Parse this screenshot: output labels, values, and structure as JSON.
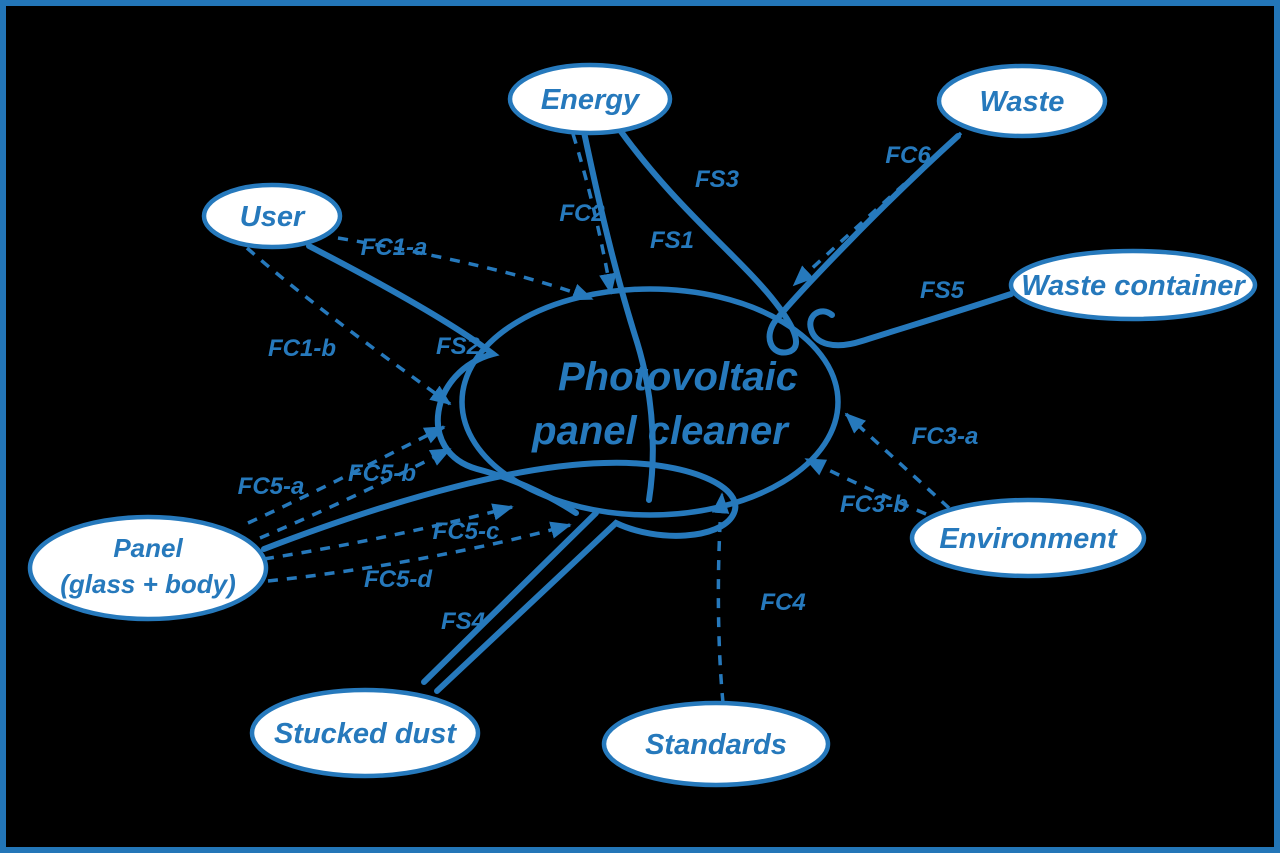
{
  "colors": {
    "ink": "#2679BC",
    "node_fill": "#FFFFFF",
    "background": "#000000",
    "border": "#2376B8"
  },
  "central": {
    "line1": "Photovoltaic",
    "line2": "panel cleaner"
  },
  "nodes": {
    "energy": {
      "label": "Energy"
    },
    "waste": {
      "label": "Waste"
    },
    "user": {
      "label": "User"
    },
    "waste_container": {
      "label": "Waste container"
    },
    "environment": {
      "label": "Environment"
    },
    "panel": {
      "line1": "Panel",
      "line2": "(glass + body)"
    },
    "stucked_dust": {
      "label": "Stucked dust"
    },
    "standards": {
      "label": "Standards"
    }
  },
  "edge_labels": {
    "fs1": "FS1",
    "fs2": "FS2",
    "fs3": "FS3",
    "fs4": "FS4",
    "fs5": "FS5",
    "fc1a": "FC1-a",
    "fc1b": "FC1-b",
    "fc2": "FC2",
    "fc3a": "FC3-a",
    "fc3b": "FC3-b",
    "fc4": "FC4",
    "fc5a": "FC5-a",
    "fc5b": "FC5-b",
    "fc5c": "FC5-c",
    "fc5d": "FC5-d",
    "fc6": "FC6"
  },
  "edges": [
    {
      "id": "FS1",
      "style": "solid",
      "between": [
        "Energy",
        "Photovoltaic panel cleaner"
      ]
    },
    {
      "id": "FS2",
      "style": "solid",
      "between": [
        "User",
        "Photovoltaic panel cleaner"
      ]
    },
    {
      "id": "FS3",
      "style": "solid",
      "between": [
        "Energy",
        "Waste"
      ]
    },
    {
      "id": "FS4",
      "style": "solid",
      "between": [
        "Panel (glass + body)",
        "Stucked dust"
      ]
    },
    {
      "id": "FS5",
      "style": "solid",
      "between": [
        "Waste container",
        "Photovoltaic panel cleaner"
      ]
    },
    {
      "id": "FC1-a",
      "style": "dashed",
      "between": [
        "User",
        "Photovoltaic panel cleaner"
      ]
    },
    {
      "id": "FC1-b",
      "style": "dashed",
      "between": [
        "User",
        "Photovoltaic panel cleaner"
      ]
    },
    {
      "id": "FC2",
      "style": "dashed",
      "between": [
        "Energy",
        "Photovoltaic panel cleaner"
      ]
    },
    {
      "id": "FC3-a",
      "style": "dashed",
      "between": [
        "Environment",
        "Photovoltaic panel cleaner"
      ]
    },
    {
      "id": "FC3-b",
      "style": "dashed",
      "between": [
        "Environment",
        "Photovoltaic panel cleaner"
      ]
    },
    {
      "id": "FC4",
      "style": "dashed",
      "between": [
        "Standards",
        "Photovoltaic panel cleaner"
      ]
    },
    {
      "id": "FC5-a",
      "style": "dashed",
      "between": [
        "Panel (glass + body)",
        "Photovoltaic panel cleaner"
      ]
    },
    {
      "id": "FC5-b",
      "style": "dashed",
      "between": [
        "Panel (glass + body)",
        "Photovoltaic panel cleaner"
      ]
    },
    {
      "id": "FC5-c",
      "style": "dashed",
      "between": [
        "Panel (glass + body)",
        "Photovoltaic panel cleaner"
      ]
    },
    {
      "id": "FC5-d",
      "style": "dashed",
      "between": [
        "Panel (glass + body)",
        "Photovoltaic panel cleaner"
      ]
    },
    {
      "id": "FC6",
      "style": "dashed",
      "between": [
        "Waste",
        "Photovoltaic panel cleaner"
      ]
    }
  ]
}
